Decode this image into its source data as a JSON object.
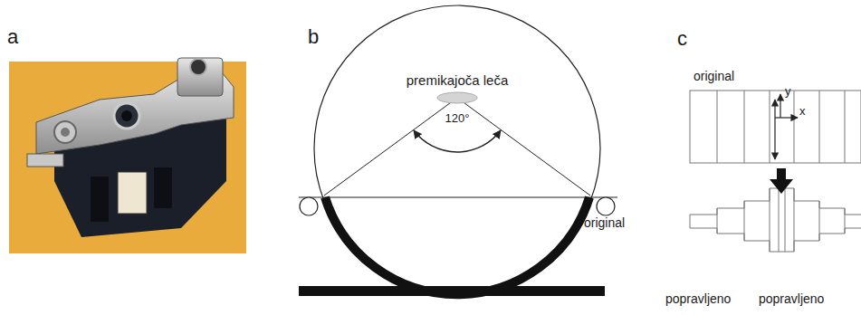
{
  "diagram": {
    "labels": [
      "a",
      "b",
      "premikajoča leča",
      "120°",
      "original",
      "popravljeno",
      "c",
      "original",
      "y",
      "x",
      "popravljeno"
    ]
  }
}
